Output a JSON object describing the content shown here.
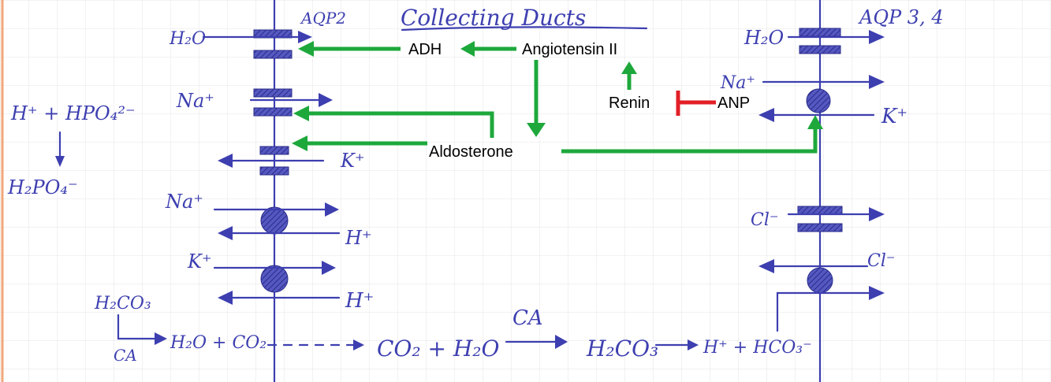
{
  "title": "Collecting Ducts",
  "membranes": {
    "left_channel": "AQP2",
    "right_channel": "AQP 3, 4"
  },
  "hormones": {
    "adh": "ADH",
    "angiotensin": "Angiotensin II",
    "renin": "Renin",
    "anp": "ANP",
    "aldosterone": "Aldosterone"
  },
  "left_side": {
    "h2o": "H₂O",
    "na_1": "Na⁺",
    "k_1": "K⁺",
    "na_2": "Na⁺",
    "h_1": "H⁺",
    "k_2": "K⁺",
    "h_2": "H⁺",
    "phosphate_reactant": "H⁺ + HPO₄²⁻",
    "phosphate_product": "H₂PO₄⁻",
    "h2co3": "H₂CO₃",
    "ca_1": "CA",
    "h2o_co2": "H₂O + CO₂"
  },
  "right_side": {
    "h2o": "H₂O",
    "na": "Na⁺",
    "k": "K⁺",
    "cl_1": "Cl⁻",
    "cl_2": "Cl⁻"
  },
  "bottom_reaction": {
    "co2_h2o": "CO₂ + H₂O",
    "ca_2": "CA",
    "h2co3": "H₂CO₃",
    "products": "H⁺ + HCO₃⁻"
  },
  "colors": {
    "ink": "#3d3fb0",
    "stimulate": "#1ea83c",
    "inhibit": "#e21f26",
    "grid": "#e6e6e6",
    "margin": "#f2a77a"
  }
}
